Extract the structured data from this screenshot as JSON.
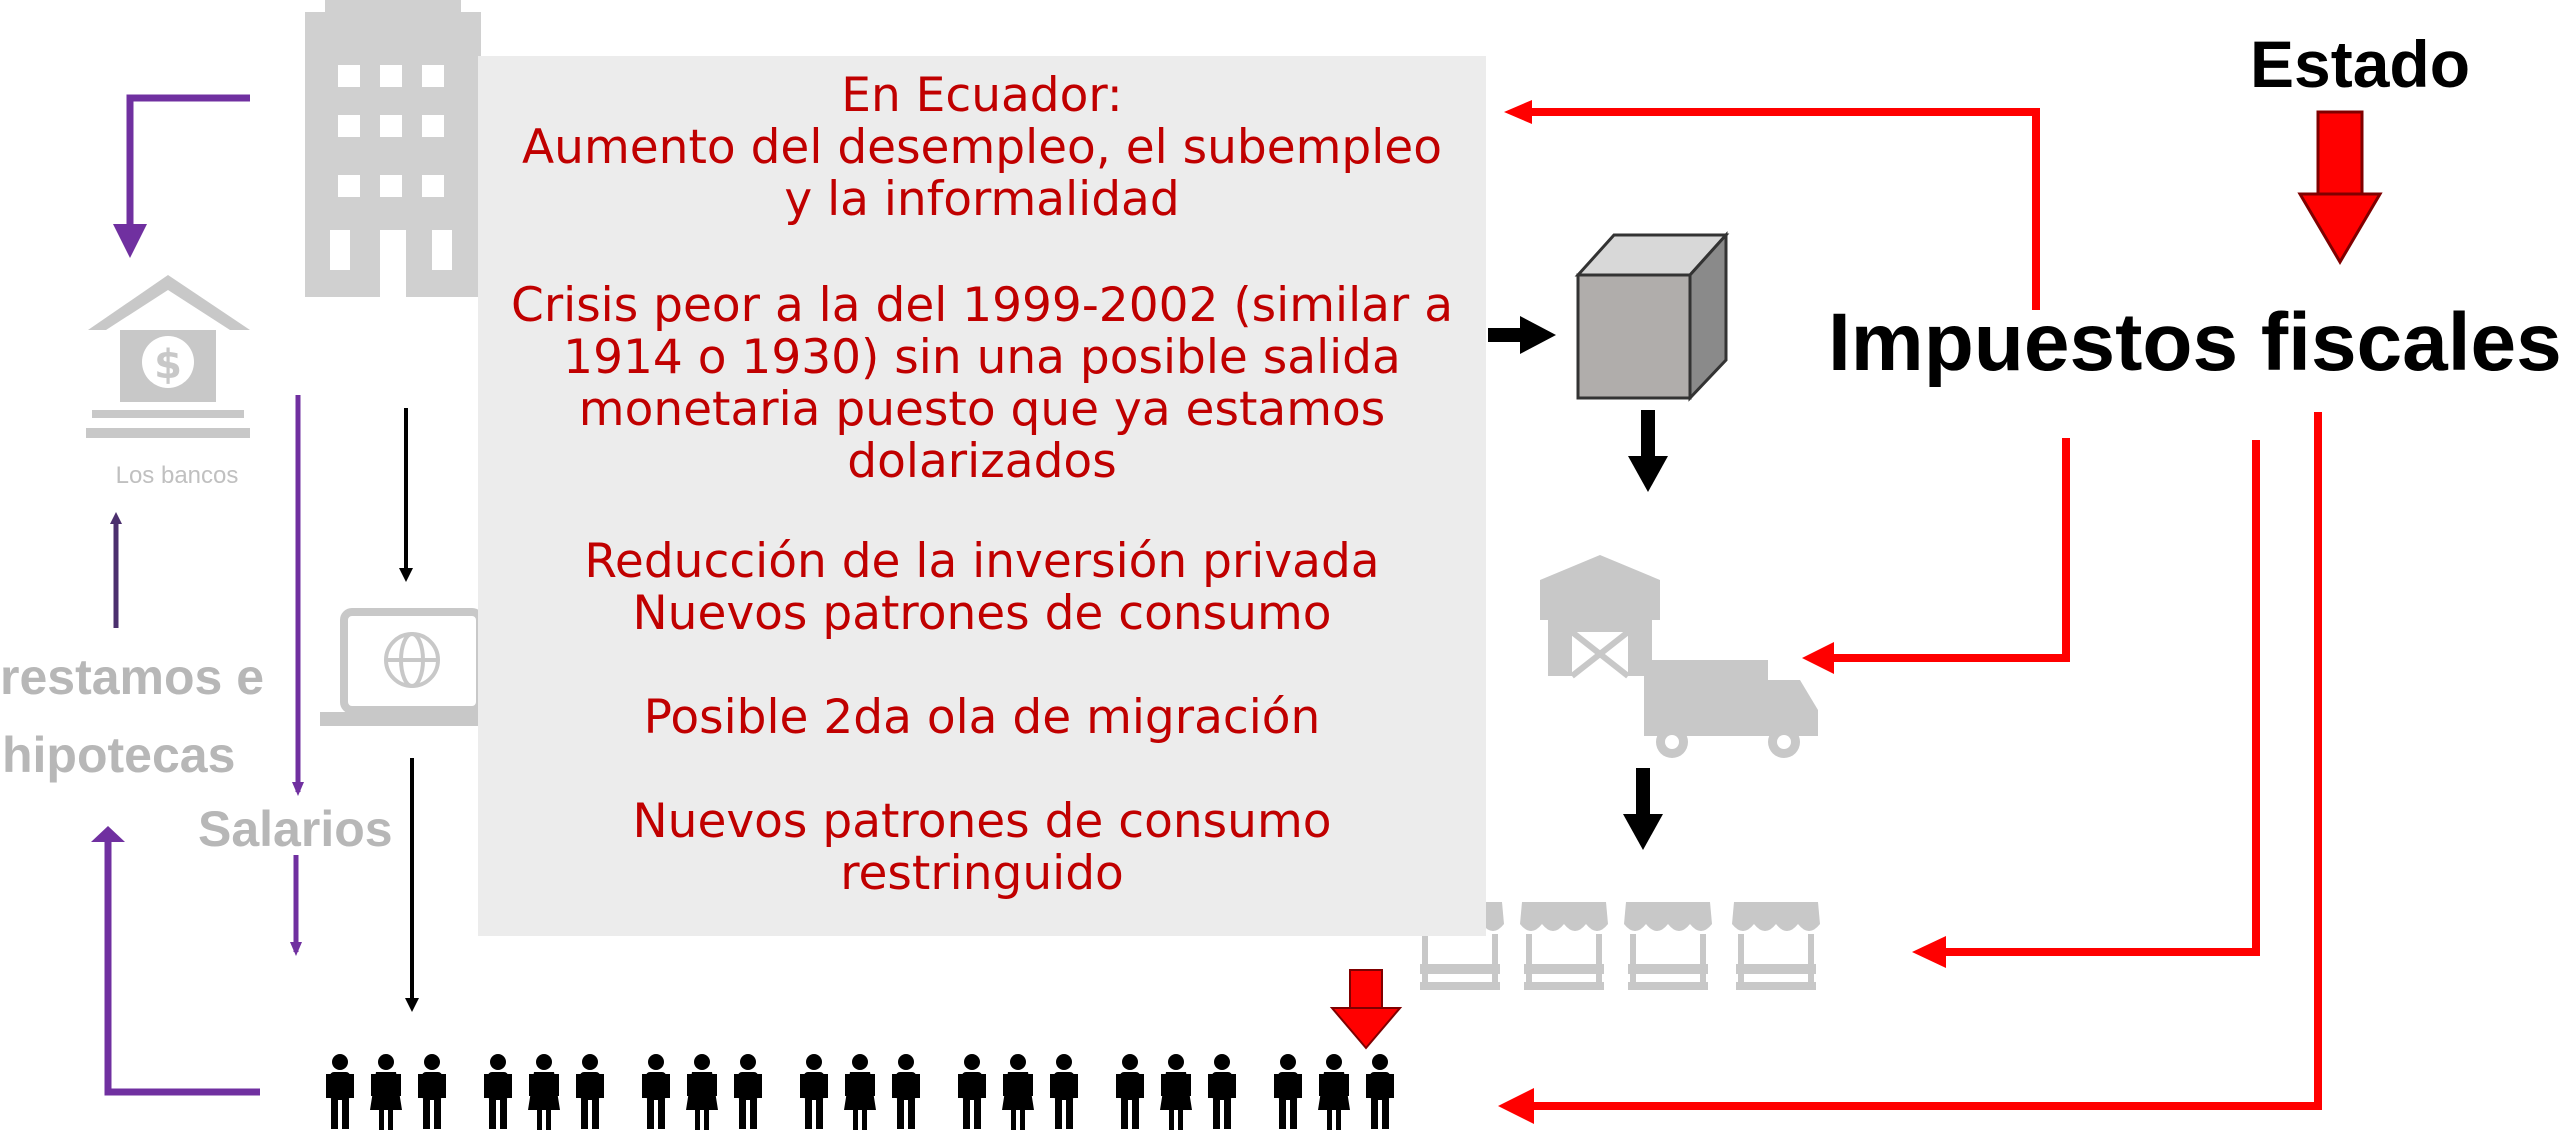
{
  "central_box": {
    "heading": "En Ecuador:",
    "block1": "Aumento  del desempleo, el subempleo\ny la informalidad",
    "block2": "Crisis peor a la del 1999-2002 (similar a\n1914 o 1930) sin una posible salida\nmonetaria puesto que ya estamos\ndolarizados",
    "block3": "Reducción de la inversión privada\nNuevos patrones de consumo",
    "block4": "Posible 2da ola de migración",
    "block5": "Nuevos patrones de consumo\nrestringuido"
  },
  "right": {
    "estado": "Estado",
    "impuestos": "Impuestos fiscales"
  },
  "left": {
    "bank_label": "Los bancos",
    "loans_line1": "restamos e",
    "loans_line2": "hipotecas",
    "salarios": "Salarios"
  },
  "colors": {
    "red_arrow": "#ff0000",
    "text_red": "#c00000",
    "purple_arrow": "#7030a0",
    "faded_grey": "#c8c8c8",
    "box_bg": "#ececec"
  },
  "icons": [
    "building-icon",
    "bank-icon",
    "laptop-icon",
    "box-icon",
    "barn-truck-icon",
    "market-stalls-icon",
    "people-row-icon"
  ]
}
